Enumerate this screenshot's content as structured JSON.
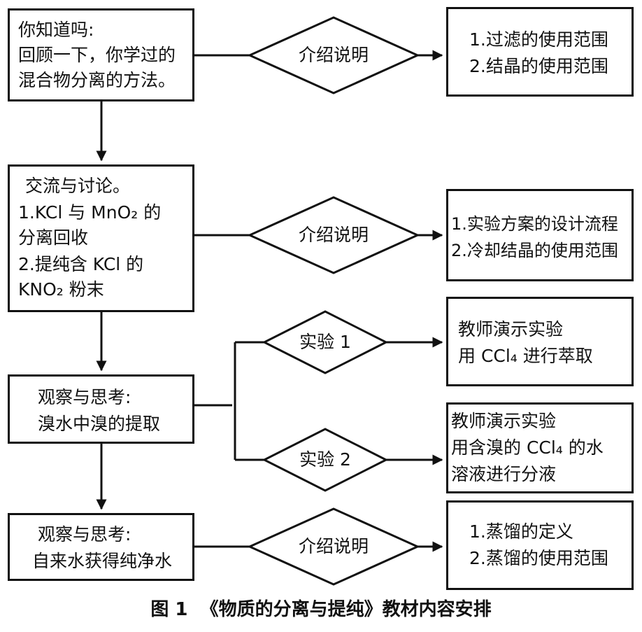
{
  "left": {
    "b1": {
      "lines": [
        "你知道吗:",
        "回顾一下，你学过的",
        "混合物分离的方法。"
      ]
    },
    "b2": {
      "lines": [
        "交流与讨论。",
        "1.KCl 与 MnO₂ 的",
        "分离回收",
        "2.提纯含 KCl 的",
        "KNO₂ 粉末"
      ]
    },
    "b3": {
      "lines": [
        "观察与思考:",
        "溴水中溴的提取"
      ]
    },
    "b4": {
      "lines": [
        "观察与思考:",
        "自来水获得纯净水"
      ]
    }
  },
  "diamonds": {
    "d1": "介绍说明",
    "d2": "介绍说明",
    "d3": "实验 1",
    "d4": "实验 2",
    "d5": "介绍说明"
  },
  "right": {
    "r1": {
      "lines": [
        "1.过滤的使用范围",
        "2.结晶的使用范围"
      ]
    },
    "r2": {
      "lines": [
        "1.实验方案的设计流程",
        "2.冷却结晶的使用范围"
      ]
    },
    "r3": {
      "lines": [
        "教师演示实验",
        "用 CCl₄ 进行萃取"
      ]
    },
    "r4": {
      "lines": [
        "教师演示实验",
        "用含溴的 CCl₄ 的水",
        "溶液进行分液"
      ]
    },
    "r5": {
      "lines": [
        "1.蒸馏的定义",
        "2.蒸馏的使用范围"
      ]
    }
  },
  "caption": "图 1  《物质的分离与提纯》教材内容安排"
}
